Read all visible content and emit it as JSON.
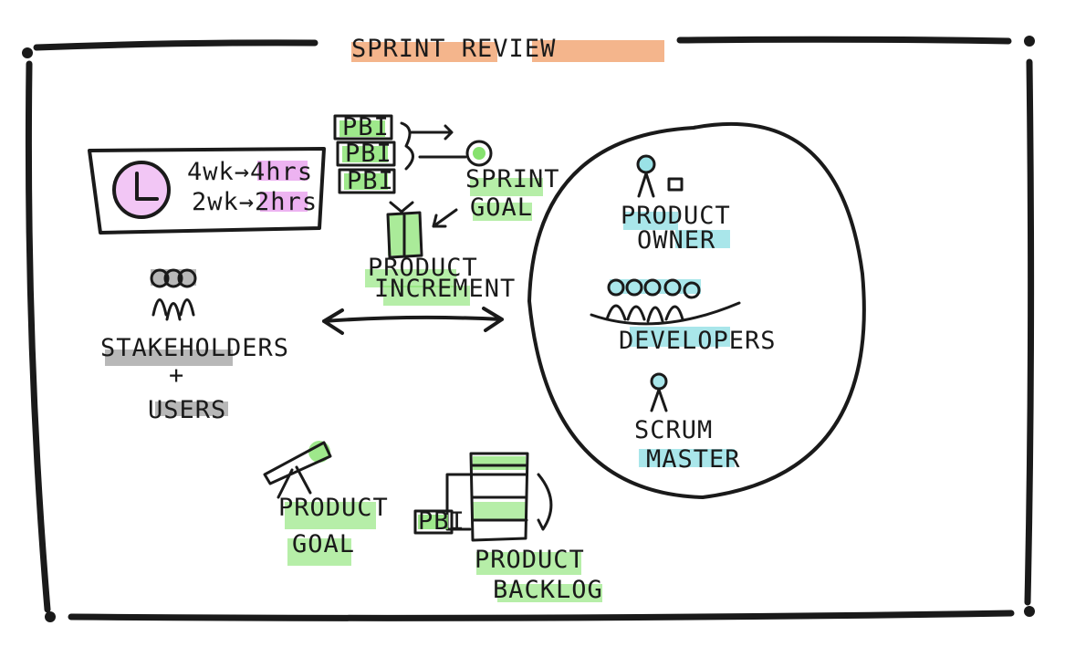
{
  "title": "SPRINT REVIEW",
  "timebox": {
    "line1_from": "4wk",
    "line1_to": "4hrs",
    "line2_from": "2wk",
    "line2_to": "2hrs",
    "arrow": "→"
  },
  "pbi_stack": [
    "PBI",
    "PBI",
    "PBI"
  ],
  "sprint_goal": {
    "line1": "SPRINT",
    "line2": "GOAL"
  },
  "product_increment": {
    "line1": "PRODUCT",
    "line2": "INCREMENT"
  },
  "stakeholders": {
    "line1": "STAKEHOLDERS",
    "plus": "+",
    "line2": "USERS"
  },
  "scrum_team": {
    "product_owner": {
      "line1": "PRODUCT",
      "line2": "OWNER"
    },
    "developers": "DEVELOPERS",
    "scrum_master": {
      "line1": "SCRUM",
      "line2": "MASTER"
    }
  },
  "product_goal": {
    "line1": "PRODUCT",
    "line2": "GOAL"
  },
  "backlog_pbi": "PBI",
  "product_backlog": {
    "line1": "PRODUCT",
    "line2": "BACKLOG"
  },
  "colors": {
    "orange": "#f2a878",
    "green": "#86e26e",
    "pink": "#e9a0ee",
    "teal": "#6fd6dc",
    "gray": "#b8b8b8",
    "ink": "#1a1a1a"
  }
}
